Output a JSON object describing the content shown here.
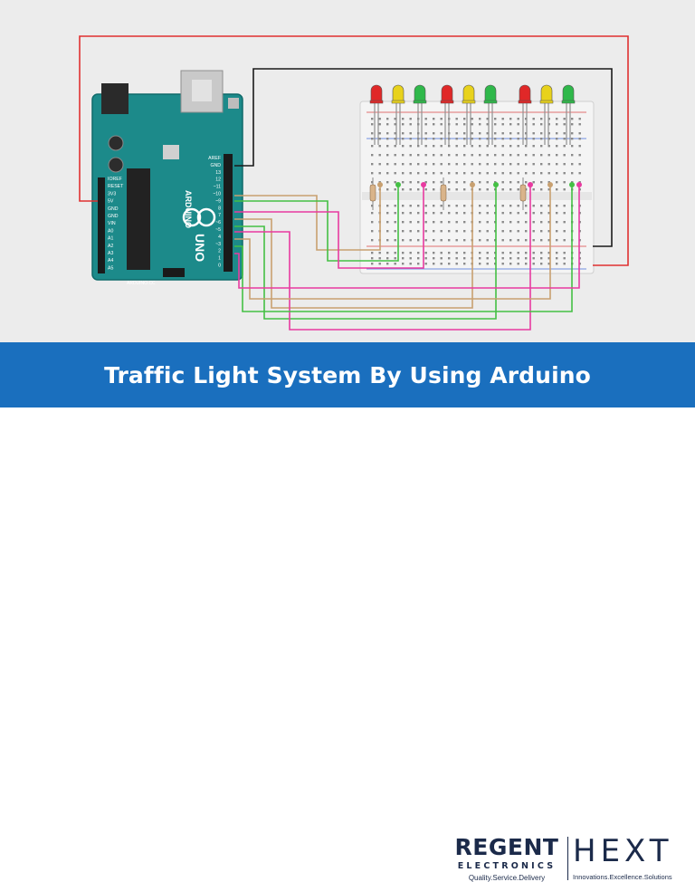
{
  "banner": {
    "title": "Traffic Light System By Using Arduino"
  },
  "board": {
    "name_vertical": "ARDUINO",
    "model_vertical": "UNO",
    "left_pins": [
      "IOREF",
      "RESET",
      "3V3",
      "5V",
      "GND",
      "GND",
      "VIN",
      "A0",
      "A1",
      "A2",
      "A3",
      "A4",
      "A5"
    ],
    "right_pins": [
      "AREF",
      "GND",
      "13",
      "12",
      "~11",
      "~10",
      "~9",
      "8",
      "7",
      "~6",
      "~5",
      "4",
      "~3",
      "2",
      "1",
      "0"
    ],
    "bottom_label": "ARDUINO.CC"
  },
  "components": {
    "led_groups": 3,
    "led_colors": [
      "red",
      "yellow",
      "green"
    ],
    "colors": {
      "red": "#e02828",
      "yellow": "#e8d21c",
      "green": "#2fb84a"
    }
  },
  "wire_colors": {
    "power": "#e03030",
    "ground": "#1a1a1a",
    "signal_tan": "#c8a070",
    "signal_green": "#44c044",
    "signal_magenta": "#e83aa0"
  },
  "footer": {
    "regent": {
      "name": "REGENT",
      "subtitle": "ELECTRONICS",
      "tagline": "Quality.Service.Delivery"
    },
    "hext": {
      "name": "HEXT",
      "tagline": "Innovations.Excellence.Solutions"
    }
  }
}
